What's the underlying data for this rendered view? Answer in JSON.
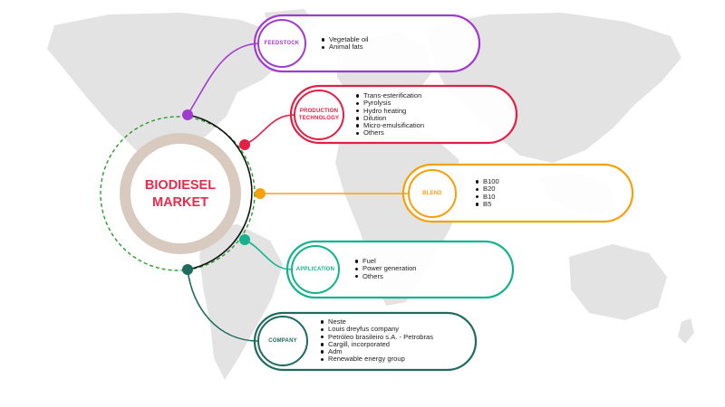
{
  "center": {
    "line1": "BIODIESEL",
    "line2": "MARKET",
    "color": "#ea2a4a"
  },
  "segments": [
    {
      "id": "feedstock",
      "label_lines": [
        "FEEDSTOCK"
      ],
      "color": "#a13bd0",
      "items": [
        "Vegetable oil",
        "Animal fats"
      ]
    },
    {
      "id": "production-technology",
      "label_lines": [
        "PRODUCTION",
        "TECHNOLOGY"
      ],
      "color": "#e41e45",
      "items": [
        "Trans-esterification",
        "Pyrolysis",
        "Hydro heating",
        "Dilution",
        "Micro-emulsification",
        "Others"
      ]
    },
    {
      "id": "blend",
      "label_lines": [
        "BLEND"
      ],
      "color": "#f7a10a",
      "items": [
        "B100",
        "B20",
        "B10",
        "B5"
      ]
    },
    {
      "id": "application",
      "label_lines": [
        "APPLICATION"
      ],
      "color": "#14b38e",
      "items": [
        "Fuel",
        "Power generation",
        "Others"
      ]
    },
    {
      "id": "company",
      "label_lines": [
        "COMPANY"
      ],
      "color": "#1f6b5e",
      "items": [
        "Neste",
        "Louis dreyfus company",
        "Petróleo brasileiro s.A. - Petrobras",
        "Cargill, incorporated",
        "Adm",
        "Renewable energy group"
      ]
    }
  ]
}
